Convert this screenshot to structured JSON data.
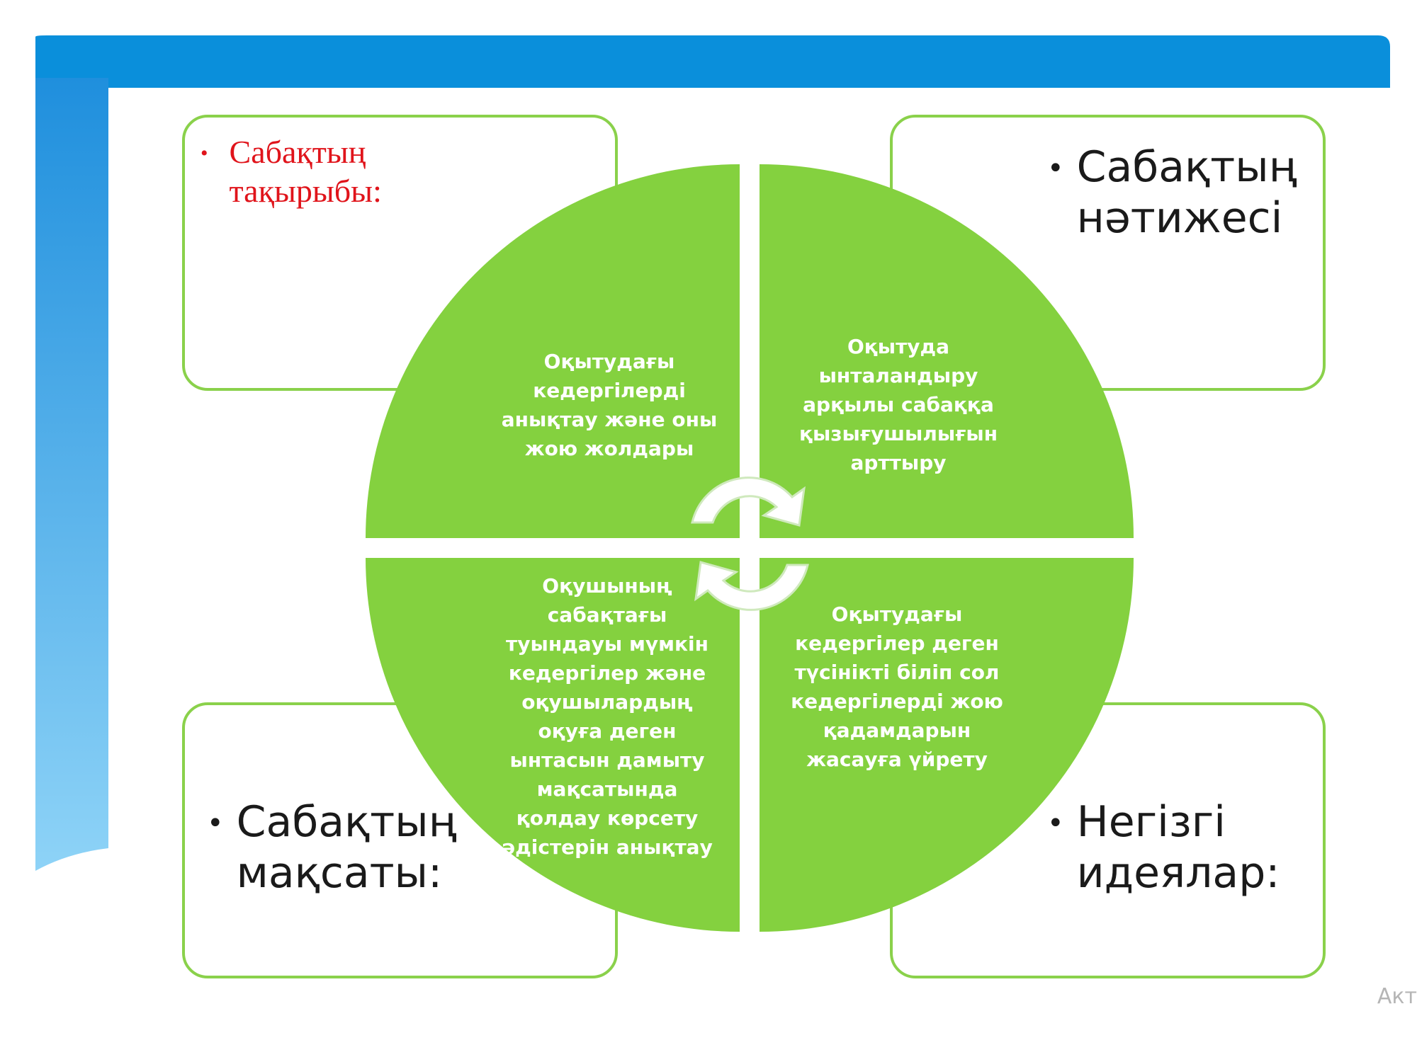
{
  "colors": {
    "header_bar": "#0a8fdb",
    "sidebar_top": "#1f8fdd",
    "sidebar_bottom": "#8ed3f7",
    "quadrant_fill": "#84d13f",
    "box_border": "#8ad14b",
    "arrow_fill": "#ffffff",
    "red_title": "#e0141b",
    "quadrant_text": "#ffffff"
  },
  "boxes": {
    "top_left": {
      "bullet": "•",
      "title": "Сабақтың тақырыбы:"
    },
    "top_right": {
      "bullet": "•",
      "title": "Сабақтың нәтижесі"
    },
    "bottom_left": {
      "bullet": "•",
      "title": "Сабақтың мақсаты:"
    },
    "bottom_right": {
      "bullet": "•",
      "title": "Негізгі идеялар:"
    }
  },
  "quadrants": {
    "top_left": "Оқытудағы кедергілерді анықтау және оны жою жолдары",
    "top_right": "Оқытуда ынталандыру арқылы сабаққа қызығушылығын арттыру",
    "bottom_left": "Оқушының сабақтағы туындауы мүмкін кедергілер және оқушылардың оқуға деген ынтасын дамыту мақсатында қолдау көрсету әдістерін анықтау",
    "bottom_right": "Оқытудағы кедергілер деген түсінікті біліп сол кедергілерді жою қадамдарын жасауға үйрету"
  },
  "cycle_arrows": {
    "icon": "cycle-arrows-icon",
    "count": 2
  },
  "watermark": "Акт"
}
